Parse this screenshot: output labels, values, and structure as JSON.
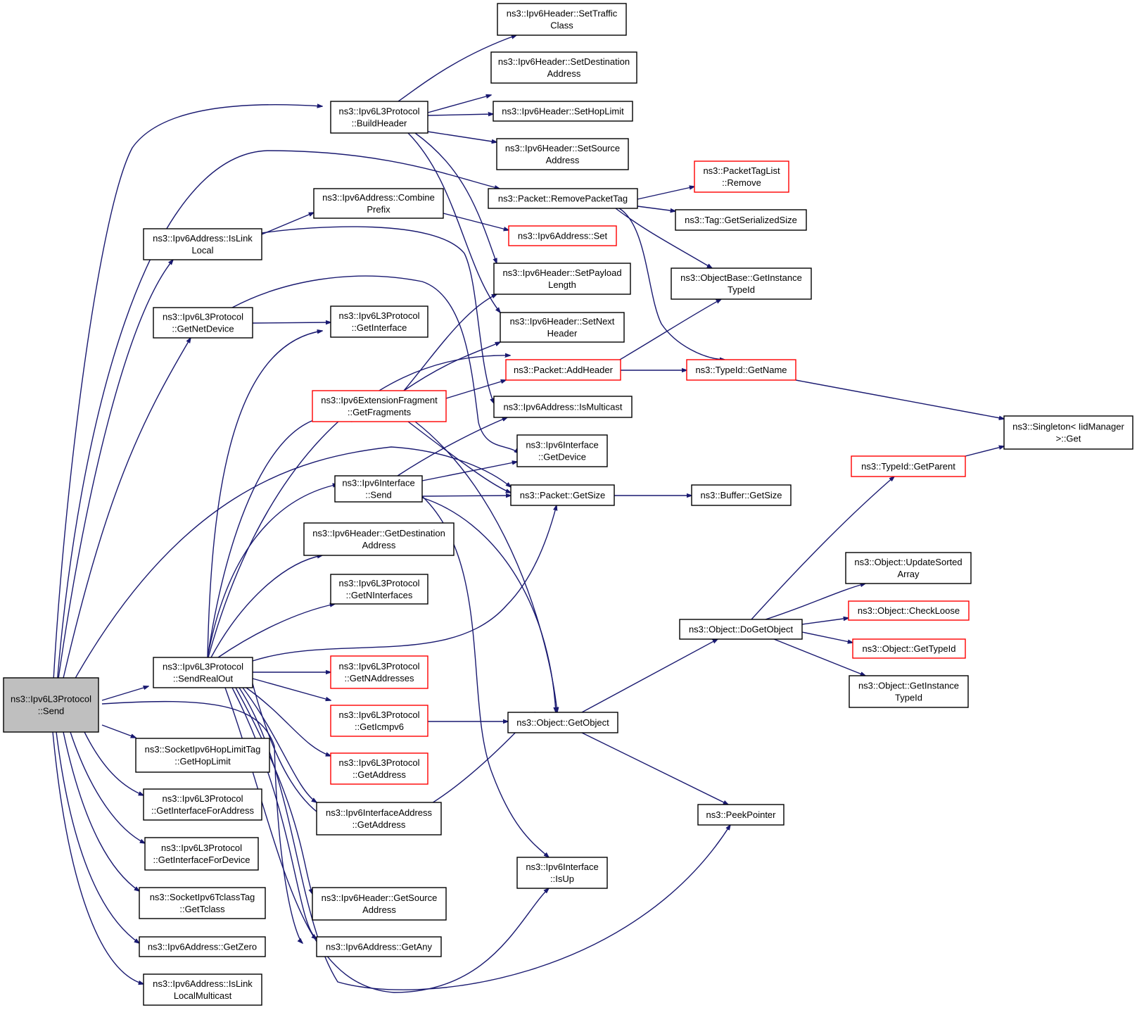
{
  "nodes": [
    {
      "id": "send",
      "lines": [
        "ns3::Ipv6L3Protocol",
        "::Send"
      ],
      "style": "root"
    },
    {
      "id": "buildheader",
      "lines": [
        "ns3::Ipv6L3Protocol",
        "::BuildHeader"
      ],
      "style": "normal"
    },
    {
      "id": "settraffic",
      "lines": [
        "ns3::Ipv6Header::SetTraffic",
        "Class"
      ],
      "style": "normal"
    },
    {
      "id": "setdest",
      "lines": [
        "ns3::Ipv6Header::SetDestination",
        "Address"
      ],
      "style": "normal"
    },
    {
      "id": "sethop",
      "lines": [
        "ns3::Ipv6Header::SetHopLimit"
      ],
      "style": "normal"
    },
    {
      "id": "setsource",
      "lines": [
        "ns3::Ipv6Header::SetSource",
        "Address"
      ],
      "style": "normal"
    },
    {
      "id": "pkttagremove",
      "lines": [
        "ns3::PacketTagList",
        "::Remove"
      ],
      "style": "red"
    },
    {
      "id": "removetag",
      "lines": [
        "ns3::Packet::RemovePacketTag"
      ],
      "style": "normal"
    },
    {
      "id": "combine",
      "lines": [
        "ns3::Ipv6Address::Combine",
        "Prefix"
      ],
      "style": "normal"
    },
    {
      "id": "tagserial",
      "lines": [
        "ns3::Tag::GetSerializedSize"
      ],
      "style": "normal"
    },
    {
      "id": "islinklocal",
      "lines": [
        "ns3::Ipv6Address::IsLink",
        "Local"
      ],
      "style": "normal"
    },
    {
      "id": "addrset",
      "lines": [
        "ns3::Ipv6Address::Set"
      ],
      "style": "red"
    },
    {
      "id": "setpayload",
      "lines": [
        "ns3::Ipv6Header::SetPayload",
        "Length"
      ],
      "style": "normal"
    },
    {
      "id": "objbase",
      "lines": [
        "ns3::ObjectBase::GetInstance",
        "TypeId"
      ],
      "style": "normal"
    },
    {
      "id": "getnetdevice",
      "lines": [
        "ns3::Ipv6L3Protocol",
        "::GetNetDevice"
      ],
      "style": "normal"
    },
    {
      "id": "getinterface",
      "lines": [
        "ns3::Ipv6L3Protocol",
        "::GetInterface"
      ],
      "style": "normal"
    },
    {
      "id": "setnext",
      "lines": [
        "ns3::Ipv6Header::SetNext",
        "Header"
      ],
      "style": "normal"
    },
    {
      "id": "addheader",
      "lines": [
        "ns3::Packet::AddHeader"
      ],
      "style": "red"
    },
    {
      "id": "typeidname",
      "lines": [
        "ns3::TypeId::GetName"
      ],
      "style": "red"
    },
    {
      "id": "getfragments",
      "lines": [
        "ns3::Ipv6ExtensionFragment",
        "::GetFragments"
      ],
      "style": "red"
    },
    {
      "id": "ismulticast",
      "lines": [
        "ns3::Ipv6Address::IsMulticast"
      ],
      "style": "normal"
    },
    {
      "id": "singleton",
      "lines": [
        "ns3::Singleton< IidManager",
        ">::Get"
      ],
      "style": "normal"
    },
    {
      "id": "ifgetdevice",
      "lines": [
        "ns3::Ipv6Interface",
        "::GetDevice"
      ],
      "style": "normal"
    },
    {
      "id": "getparent",
      "lines": [
        "ns3::TypeId::GetParent"
      ],
      "style": "red"
    },
    {
      "id": "ifsend",
      "lines": [
        "ns3::Ipv6Interface",
        "::Send"
      ],
      "style": "normal"
    },
    {
      "id": "pktsize",
      "lines": [
        "ns3::Packet::GetSize"
      ],
      "style": "normal"
    },
    {
      "id": "bufsize",
      "lines": [
        "ns3::Buffer::GetSize"
      ],
      "style": "normal"
    },
    {
      "id": "getdestaddr",
      "lines": [
        "ns3::Ipv6Header::GetDestination",
        "Address"
      ],
      "style": "normal"
    },
    {
      "id": "updatesorted",
      "lines": [
        "ns3::Object::UpdateSorted",
        "Array"
      ],
      "style": "normal"
    },
    {
      "id": "getninterfaces",
      "lines": [
        "ns3::Ipv6L3Protocol",
        "::GetNInterfaces"
      ],
      "style": "normal"
    },
    {
      "id": "checkloose",
      "lines": [
        "ns3::Object::CheckLoose"
      ],
      "style": "red"
    },
    {
      "id": "dogetobject",
      "lines": [
        "ns3::Object::DoGetObject"
      ],
      "style": "normal"
    },
    {
      "id": "gettypeid",
      "lines": [
        "ns3::Object::GetTypeId"
      ],
      "style": "red"
    },
    {
      "id": "sendrealout",
      "lines": [
        "ns3::Ipv6L3Protocol",
        "::SendRealOut"
      ],
      "style": "normal"
    },
    {
      "id": "getnaddresses",
      "lines": [
        "ns3::Ipv6L3Protocol",
        "::GetNAddresses"
      ],
      "style": "red"
    },
    {
      "id": "objinsttypeid",
      "lines": [
        "ns3::Object::GetInstance",
        "TypeId"
      ],
      "style": "normal"
    },
    {
      "id": "geticmpv6",
      "lines": [
        "ns3::Ipv6L3Protocol",
        "::GetIcmpv6"
      ],
      "style": "red"
    },
    {
      "id": "getobject",
      "lines": [
        "ns3::Object::GetObject"
      ],
      "style": "normal"
    },
    {
      "id": "gethoplimit",
      "lines": [
        "ns3::SocketIpv6HopLimitTag",
        "::GetHopLimit"
      ],
      "style": "normal"
    },
    {
      "id": "l3getaddress",
      "lines": [
        "ns3::Ipv6L3Protocol",
        "::GetAddress"
      ],
      "style": "red"
    },
    {
      "id": "getifforaddr",
      "lines": [
        "ns3::Ipv6L3Protocol",
        "::GetInterfaceForAddress"
      ],
      "style": "normal"
    },
    {
      "id": "ifaddrgetaddr",
      "lines": [
        "ns3::Ipv6InterfaceAddress",
        "::GetAddress"
      ],
      "style": "normal"
    },
    {
      "id": "peekpointer",
      "lines": [
        "ns3::PeekPointer"
      ],
      "style": "normal"
    },
    {
      "id": "getiffordev",
      "lines": [
        "ns3::Ipv6L3Protocol",
        "::GetInterfaceForDevice"
      ],
      "style": "normal"
    },
    {
      "id": "ifisup",
      "lines": [
        "ns3::Ipv6Interface",
        "::IsUp"
      ],
      "style": "normal"
    },
    {
      "id": "gettclass",
      "lines": [
        "ns3::SocketIpv6TclassTag",
        "::GetTclass"
      ],
      "style": "normal"
    },
    {
      "id": "getsourceaddr",
      "lines": [
        "ns3::Ipv6Header::GetSource",
        "Address"
      ],
      "style": "normal"
    },
    {
      "id": "getzero",
      "lines": [
        "ns3::Ipv6Address::GetZero"
      ],
      "style": "normal"
    },
    {
      "id": "getany",
      "lines": [
        "ns3::Ipv6Address::GetAny"
      ],
      "style": "normal"
    },
    {
      "id": "islinklocalmc",
      "lines": [
        "ns3::Ipv6Address::IsLink",
        "LocalMulticast"
      ],
      "style": "normal"
    }
  ]
}
